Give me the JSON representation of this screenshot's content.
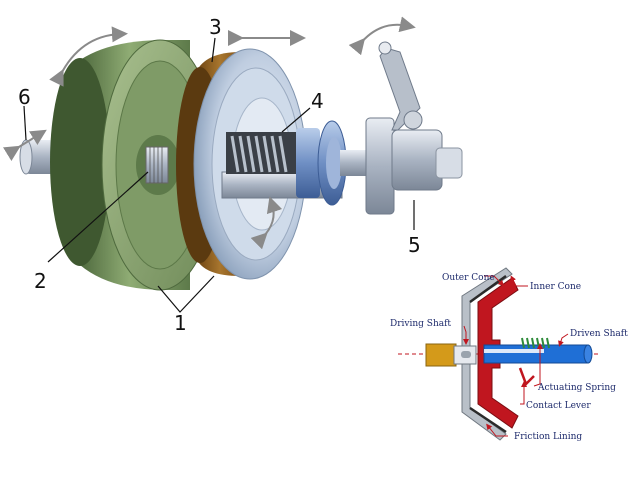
{
  "exploded_view": {
    "callouts": [
      "1",
      "2",
      "3",
      "4",
      "5",
      "6"
    ]
  },
  "cross_section": {
    "labels": {
      "outer_cone": "Outer Cone",
      "inner_cone": "Inner Cone",
      "driving_shaft": "Driving Shaft",
      "driven_shaft": "Driven Shaft",
      "actuating_spring": "Actuating Spring",
      "contact_lever": "Contact Lever",
      "friction_lining": "Friction Lining"
    }
  },
  "colors": {
    "flywheel_green": "#7e9a66",
    "flywheel_dark": "#4f6a3e",
    "lining_brown": "#8a5a1c",
    "cone_steel": "#c9d6e6",
    "inner_cone_red": "#c0161f",
    "driving_shaft": "#d49a1a",
    "driven_shaft": "#1f6fd6",
    "spring_green": "#2e8b3a",
    "label_text": "#1d2a6b"
  }
}
